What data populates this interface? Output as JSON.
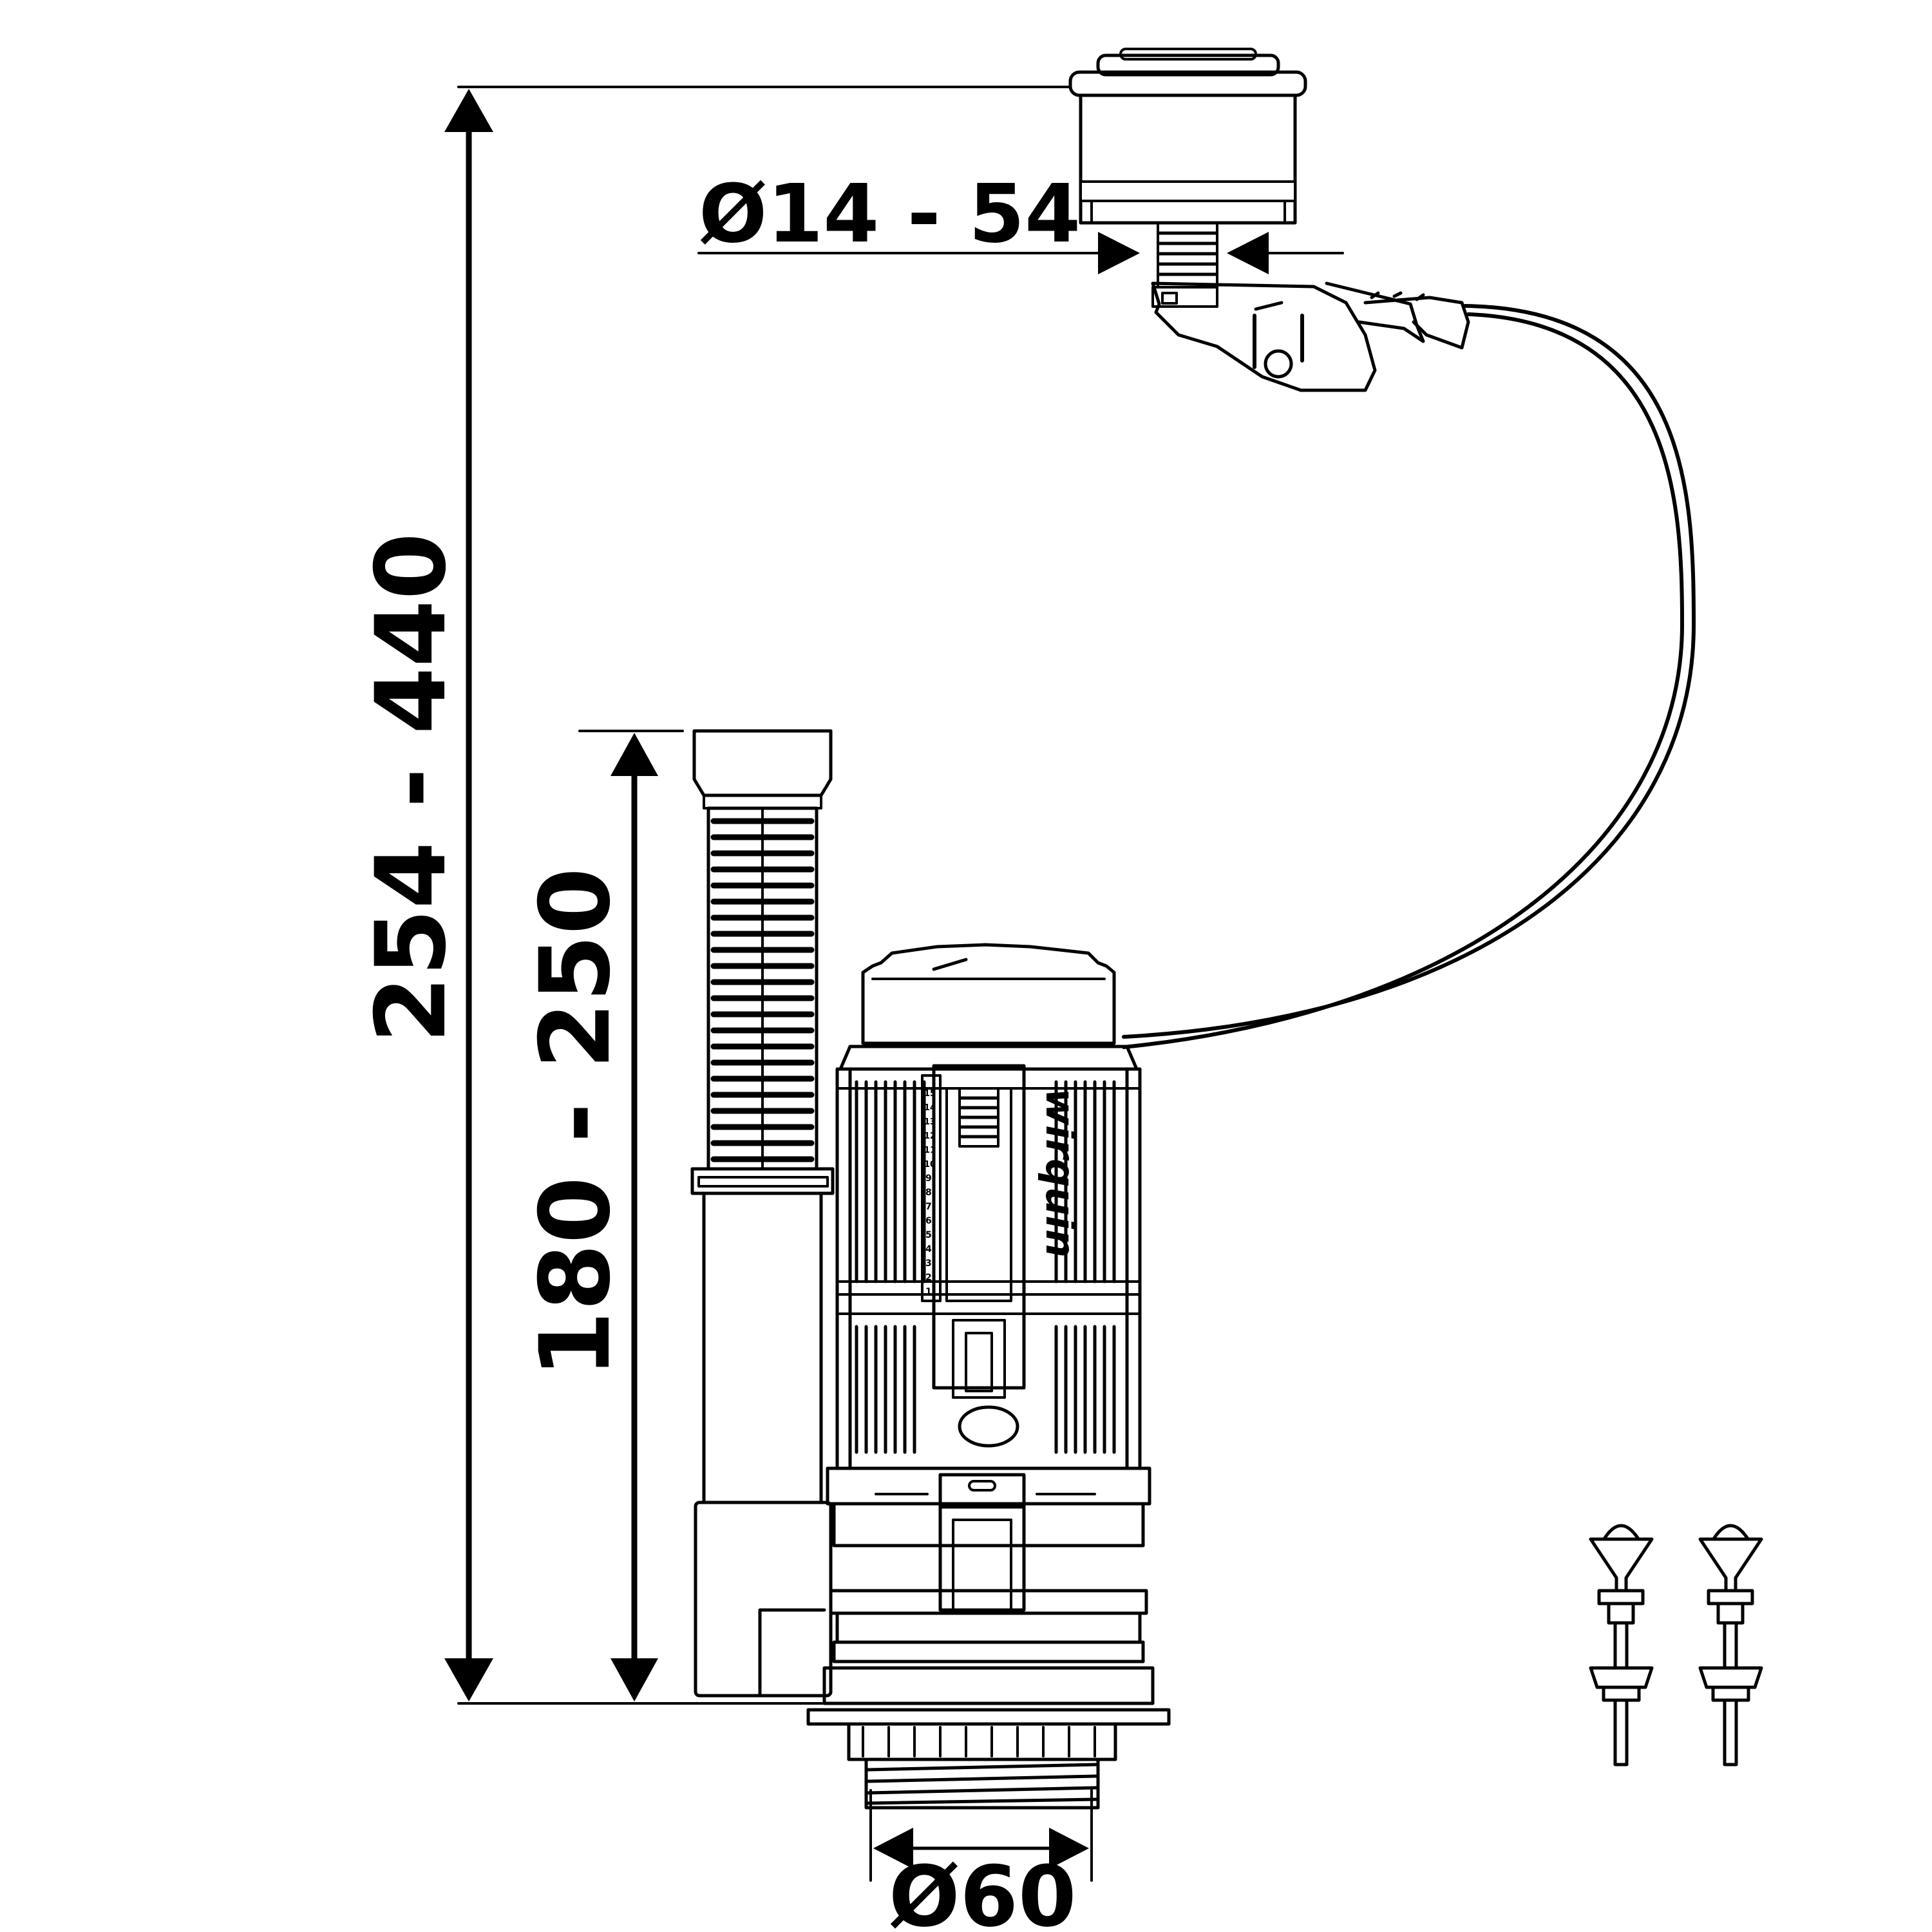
{
  "dimensions": {
    "button_diameter": "Ø14 - 54",
    "total_height": "254 - 440",
    "overflow_height": "180 - 250",
    "base_diameter": "Ø60"
  },
  "brand": "wirquin",
  "scale_marks": [
    "1",
    "2",
    "3",
    "4",
    "5",
    "6",
    "7",
    "8",
    "9",
    "10",
    "11",
    "12",
    "13",
    "14",
    "15"
  ],
  "icons": [
    "push-button-icon",
    "cable-icon",
    "overflow-pipe-icon",
    "flush-valve-icon",
    "fixing-bolt-icon"
  ]
}
